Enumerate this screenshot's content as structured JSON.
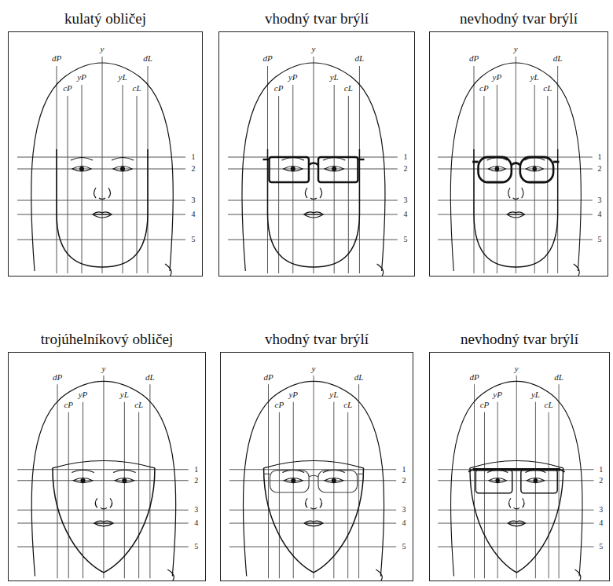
{
  "diagram": {
    "nodes": [
      {
        "text": [
          "kulatý obličej"
        ]
      },
      {
        "text": [
          "vhodný tvar brýlí"
        ]
      },
      {
        "text": [
          "nevhodný tvar brýlí"
        ]
      },
      {
        "text": [
          "trojúhelníkový obličej"
        ]
      },
      {
        "text": [
          "vhodný tvar brýlí"
        ]
      },
      {
        "text": [
          "nevhodný tvar brýlí"
        ]
      }
    ],
    "labels": [
      "dP",
      "cP",
      "y",
      "yP",
      "yL",
      "cL",
      "dL",
      "1",
      "2",
      "3",
      "4",
      "5",
      "dP",
      "cP",
      "y",
      "yP",
      "yL",
      "cL",
      "dL",
      "1",
      "2",
      "3",
      "4",
      "5",
      "dP",
      "cP",
      "y",
      "yP",
      "yL",
      "cL",
      "dL",
      "1",
      "2",
      "3",
      "4",
      "5",
      "dP",
      "cP",
      "y",
      "yP",
      "yL",
      "cL",
      "dL",
      "1",
      "2",
      "3",
      "4",
      "5",
      "dP",
      "cP",
      "y",
      "yP",
      "yL",
      "cL",
      "dL",
      "1",
      "2",
      "3",
      "4",
      "5",
      "dP",
      "cP",
      "y",
      "yP",
      "yL",
      "cL",
      "dL",
      "1",
      "2",
      "3",
      "4",
      "5"
    ]
  }
}
